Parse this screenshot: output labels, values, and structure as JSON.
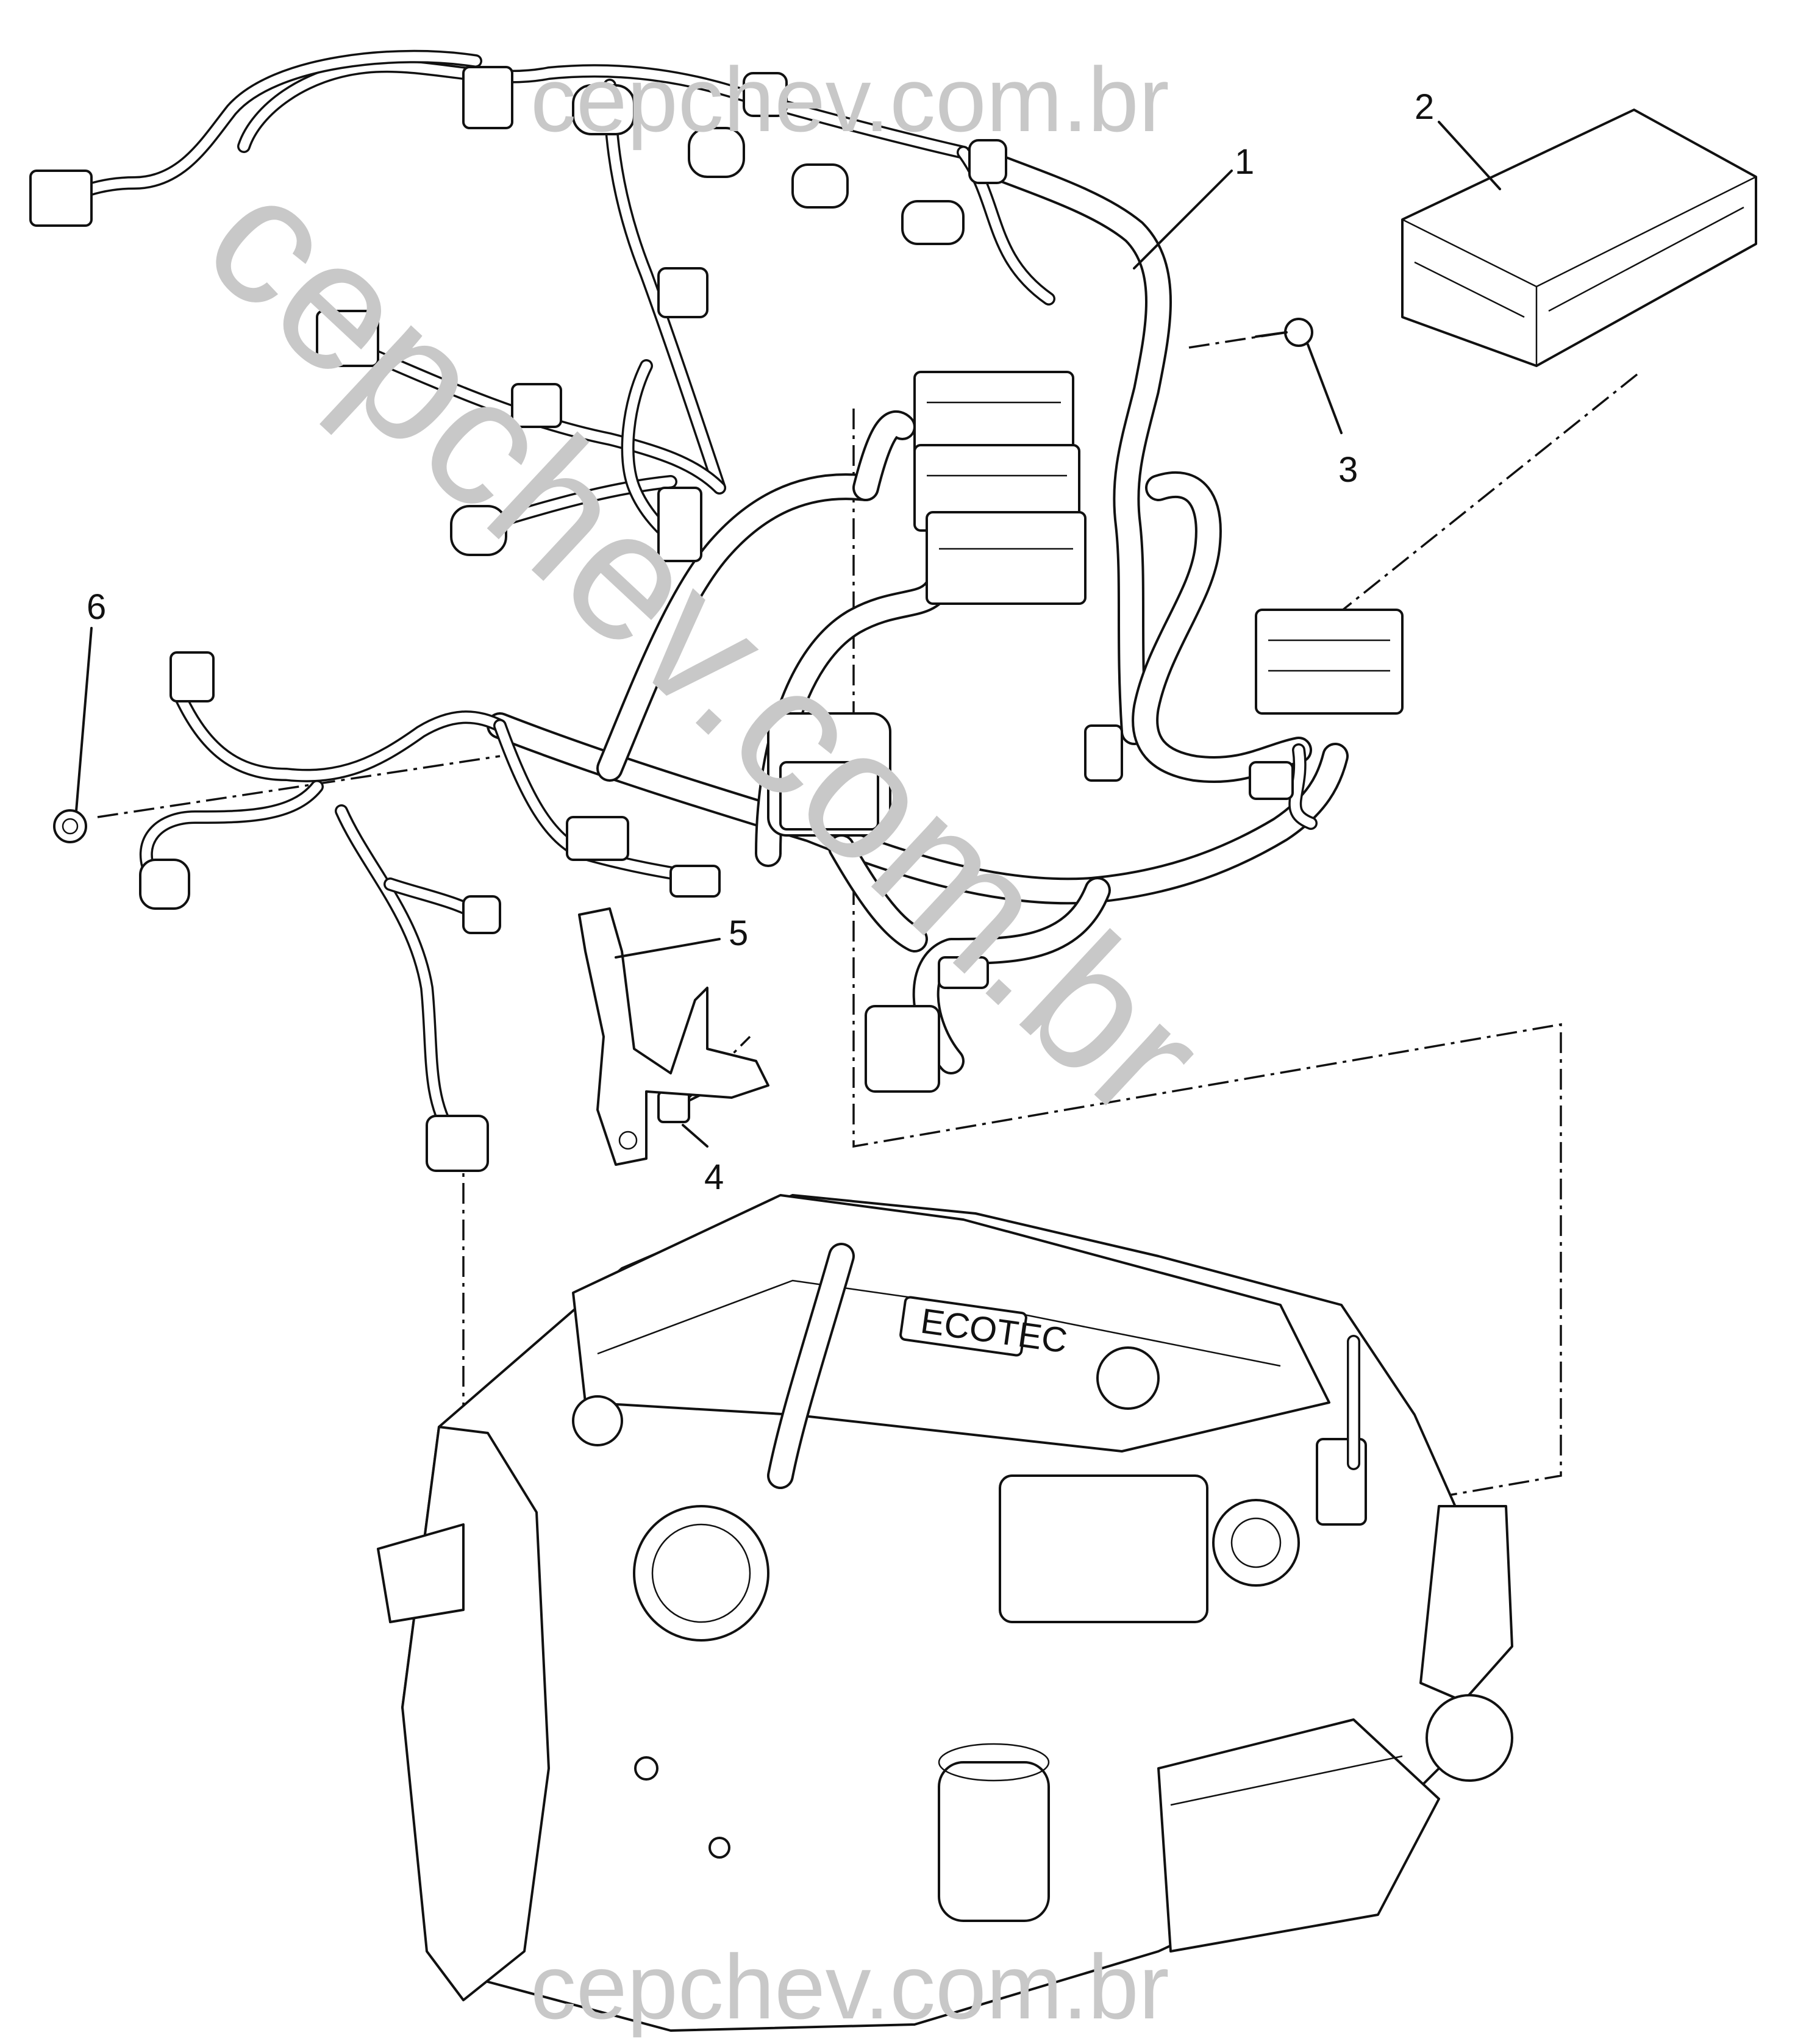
{
  "watermark": {
    "top": "cepchev.com.br",
    "diagonal": "cepchev.com.br",
    "bottom": "cepchev.com.br"
  },
  "callouts": [
    {
      "id": "1",
      "label": "1"
    },
    {
      "id": "2",
      "label": "2"
    },
    {
      "id": "3",
      "label": "3"
    },
    {
      "id": "4",
      "label": "4"
    },
    {
      "id": "5",
      "label": "5"
    },
    {
      "id": "6",
      "label": "6"
    }
  ],
  "engine_cover_text": "ECOTEC",
  "colors": {
    "line": "#111111",
    "background": "#ffffff",
    "watermark": "#c8c8c8"
  }
}
